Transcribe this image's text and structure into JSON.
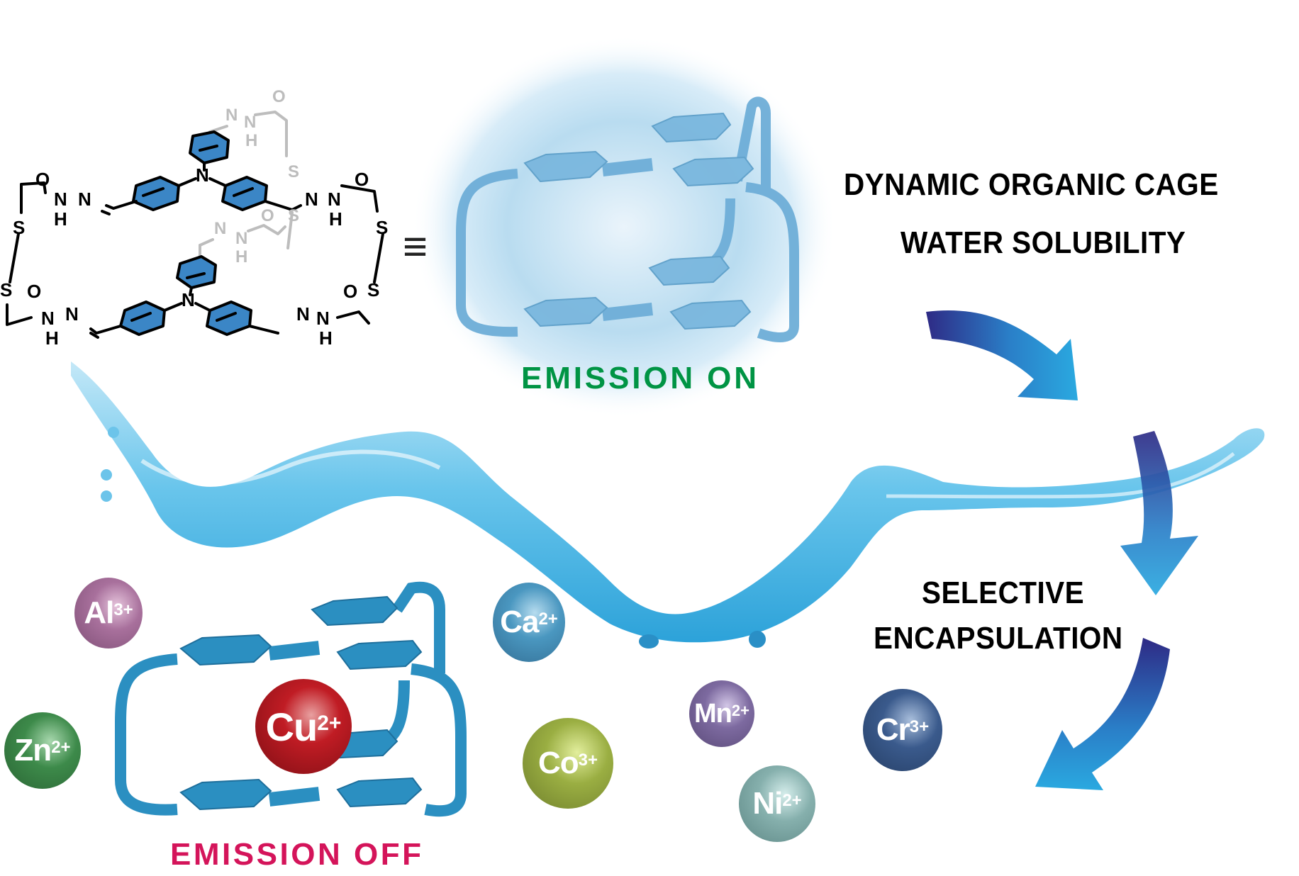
{
  "title_lines": [
    "DYNAMIC ORGANIC CAGE",
    "WATER SOLUBILITY"
  ],
  "process_label_lines": [
    "SELECTIVE",
    "ENCAPSULATION"
  ],
  "state_labels": {
    "emission_on": "EMISSION ON",
    "emission_off": "EMISSION OFF"
  },
  "equivalence_symbol": "≡",
  "colors": {
    "emission_on": "#009444",
    "emission_off": "#d4145a",
    "cage_glow": "#8cc6e8",
    "cage_solid": "#2b8fc1",
    "arrow_dark": "#2e2a85",
    "arrow_light": "#2aa9e0",
    "benzene_fill": "#3b86c6"
  },
  "structure": {
    "atom_labels": {
      "nitrogen": "N",
      "oxygen": "O",
      "sulfur": "S",
      "hydrogen": "H"
    }
  },
  "ions": [
    {
      "symbol": "Al",
      "charge": "3+",
      "color": "#a8709c",
      "encapsulated": false
    },
    {
      "symbol": "Zn",
      "charge": "2+",
      "color": "#3d8a4a",
      "encapsulated": false
    },
    {
      "symbol": "Cu",
      "charge": "2+",
      "color": "#a8141c",
      "encapsulated": true
    },
    {
      "symbol": "Ca",
      "charge": "2+",
      "color": "#4a97c0",
      "encapsulated": false
    },
    {
      "symbol": "Co",
      "charge": "3+",
      "color": "#9aae42",
      "encapsulated": false
    },
    {
      "symbol": "Mn",
      "charge": "2+",
      "color": "#7d6aa0",
      "encapsulated": false
    },
    {
      "symbol": "Ni",
      "charge": "2+",
      "color": "#86b0ad",
      "encapsulated": false
    },
    {
      "symbol": "Cr",
      "charge": "3+",
      "color": "#3a5a8c",
      "encapsulated": false
    }
  ]
}
